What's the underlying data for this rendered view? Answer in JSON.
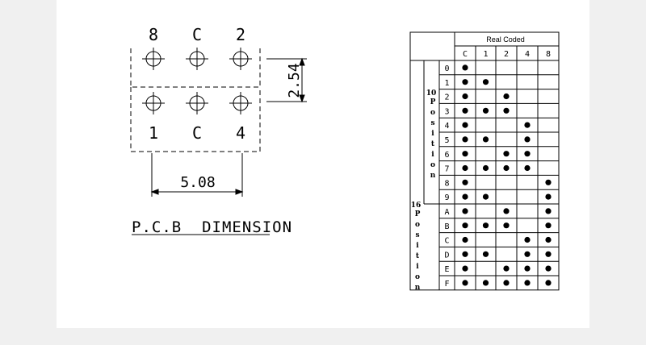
{
  "diagram": {
    "pcb": {
      "top_labels": [
        "8",
        "C",
        "2"
      ],
      "bottom_labels": [
        "1",
        "C",
        "4"
      ],
      "pitch_vertical": "2.54",
      "pitch_horizontal": "5.08",
      "title": "P.C.B  DIMENSION"
    },
    "table": {
      "header_group": "Real Coded",
      "columns": [
        "C",
        "1",
        "2",
        "4",
        "8"
      ],
      "group_10": {
        "number": "10",
        "letters": [
          "P",
          "o",
          "s",
          "i",
          "t",
          "i",
          "o",
          "n"
        ]
      },
      "group_16": {
        "number": "16",
        "letters": [
          "P",
          "o",
          "s",
          "i",
          "t",
          "i",
          "o",
          "n"
        ]
      },
      "rows": [
        {
          "pos": "0",
          "dots": [
            1,
            0,
            0,
            0,
            0
          ]
        },
        {
          "pos": "1",
          "dots": [
            1,
            1,
            0,
            0,
            0
          ]
        },
        {
          "pos": "2",
          "dots": [
            1,
            0,
            1,
            0,
            0
          ]
        },
        {
          "pos": "3",
          "dots": [
            1,
            1,
            1,
            0,
            0
          ]
        },
        {
          "pos": "4",
          "dots": [
            1,
            0,
            0,
            1,
            0
          ]
        },
        {
          "pos": "5",
          "dots": [
            1,
            1,
            0,
            1,
            0
          ]
        },
        {
          "pos": "6",
          "dots": [
            1,
            0,
            1,
            1,
            0
          ]
        },
        {
          "pos": "7",
          "dots": [
            1,
            1,
            1,
            1,
            0
          ]
        },
        {
          "pos": "8",
          "dots": [
            1,
            0,
            0,
            0,
            1
          ]
        },
        {
          "pos": "9",
          "dots": [
            1,
            1,
            0,
            0,
            1
          ]
        },
        {
          "pos": "A",
          "dots": [
            1,
            0,
            1,
            0,
            1
          ]
        },
        {
          "pos": "B",
          "dots": [
            1,
            1,
            1,
            0,
            1
          ]
        },
        {
          "pos": "C",
          "dots": [
            1,
            0,
            0,
            1,
            1
          ]
        },
        {
          "pos": "D",
          "dots": [
            1,
            1,
            0,
            1,
            1
          ]
        },
        {
          "pos": "E",
          "dots": [
            1,
            0,
            1,
            1,
            1
          ]
        },
        {
          "pos": "F",
          "dots": [
            1,
            1,
            1,
            1,
            1
          ]
        }
      ]
    }
  }
}
